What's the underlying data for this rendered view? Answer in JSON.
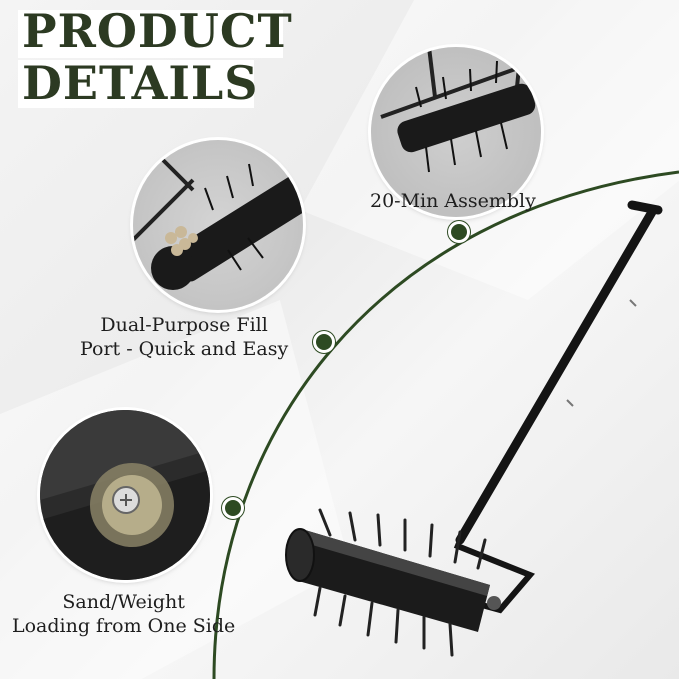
{
  "title": {
    "line1": "PRODUCT",
    "line2": "DETAILS"
  },
  "features": [
    {
      "caption": "20-Min Assembly"
    },
    {
      "caption_line1": "Dual-Purpose Fill",
      "caption_line2": "Port - Quick and Easy"
    },
    {
      "caption_line1": "Sand/Weight",
      "caption_line2": "Loading from One Side"
    }
  ],
  "colors": {
    "accent": "#2d4a22",
    "title": "#2c3a22",
    "tool": "#141414"
  }
}
